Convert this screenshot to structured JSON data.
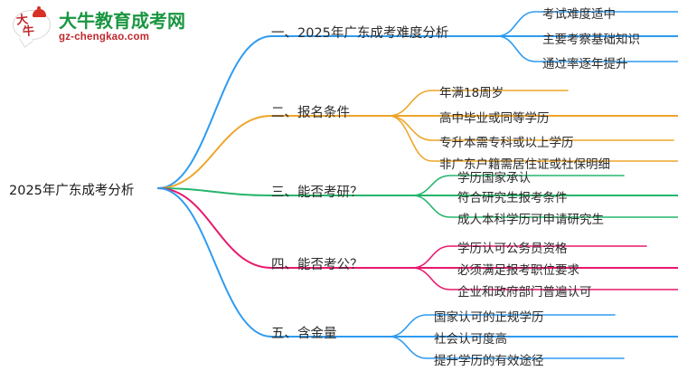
{
  "logo": {
    "mark_text_1": "大",
    "mark_text_2": "牛",
    "title": "大牛教育成考网",
    "url": "gz-chengkao.com"
  },
  "mindmap": {
    "root": {
      "label": "2025年广东成考分析"
    },
    "branches": [
      {
        "label": "一、2025年广东成考难度分析",
        "color": "#2e9bf0",
        "children": [
          {
            "label": "考试难度适中"
          },
          {
            "label": "主要考察基础知识"
          },
          {
            "label": "通过率逐年提升"
          }
        ]
      },
      {
        "label": "二、报名条件",
        "color": "#eda62a",
        "children": [
          {
            "label": "年满18周岁"
          },
          {
            "label": "高中毕业或同等学历"
          },
          {
            "label": "专升本需专科或以上学历"
          },
          {
            "label": "非广东户籍需居住证或社保明细"
          }
        ]
      },
      {
        "label": "三、能否考研？",
        "color": "#25b56b",
        "children": [
          {
            "label": "学历国家承认"
          },
          {
            "label": "符合研究生报考条件"
          },
          {
            "label": "成人本科学历可申请研究生"
          }
        ]
      },
      {
        "label": "四、能否考公？",
        "color": "#e8186c",
        "children": [
          {
            "label": "学历认可公务员资格"
          },
          {
            "label": "必须满足报考职位要求"
          },
          {
            "label": "企业和政府部门普遍认可"
          }
        ]
      },
      {
        "label": "五、含金量",
        "color": "#2e9bf0",
        "children": [
          {
            "label": "国家认可的正规学历"
          },
          {
            "label": "社会认可度高"
          },
          {
            "label": "提升学历的有效途径"
          }
        ]
      }
    ]
  }
}
